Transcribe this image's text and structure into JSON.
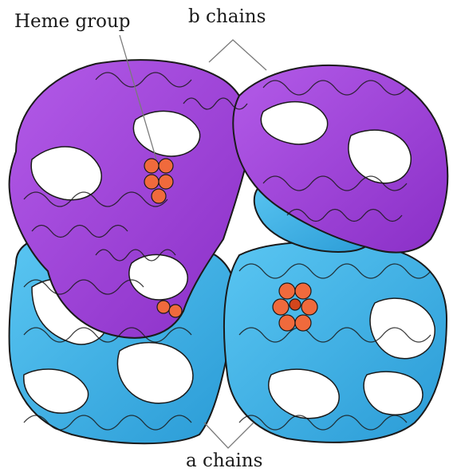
{
  "labels": {
    "heme": "Heme group",
    "b_chains": "b chains",
    "a_chains": "a chains"
  },
  "colors": {
    "b_chain": "#9b3fd6",
    "b_chain_dark": "#6f1fa8",
    "a_chain": "#3bb3e6",
    "a_chain_dark": "#1d84b8",
    "heme": "#f06a3c",
    "outline": "#1a1a1a",
    "leader_line": "#7a7a7a"
  }
}
